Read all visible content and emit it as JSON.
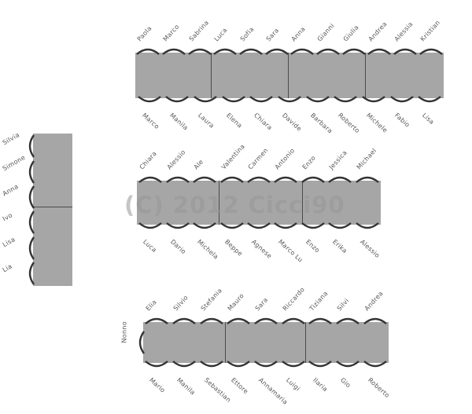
{
  "watermark": "(C) 2012 Cicci90",
  "colors": {
    "table": "#a6a6a6",
    "chair": "#333333",
    "label": "#555555",
    "watermark": "#969696"
  },
  "tables": [
    {
      "id": "table-1",
      "top_guests": [
        "Paola",
        "Marco",
        "Sabrina",
        "Luca",
        "Sofia",
        "Sara",
        "Anna",
        "Gianni",
        "Giulia",
        "Andrea",
        "Alessia",
        "Kristian"
      ],
      "bottom_guests": [
        "Marco",
        "Manila",
        "Laura",
        "Elena",
        "Chiara",
        "Davide",
        "Barbara",
        "Roberto",
        "Michele",
        "Fabio",
        "Lisa"
      ]
    },
    {
      "id": "table-2",
      "top_guests": [
        "Chiara",
        "Alessio",
        "Ale",
        "Valentina",
        "Carmen",
        "Antonio",
        "Enzo",
        "Jessica",
        "Michael"
      ],
      "bottom_guests": [
        "Luca",
        "Dario",
        "Michela",
        "Beppe",
        "Agnese",
        "Marco Lu",
        "Enzo",
        "Erika",
        "Alessio"
      ]
    },
    {
      "id": "table-3",
      "head_guest": "Nonno",
      "top_guests": [
        "Elia",
        "Silvio",
        "Stefania",
        "Mauro",
        "Sara",
        "Riccardo",
        "Tiziana",
        "Silvi",
        "Andrea"
      ],
      "bottom_guests": [
        "Mario",
        "Manila",
        "Sebastian",
        "Ettore",
        "Annamaria",
        "Luigi",
        "Ilaria",
        "Gio",
        "Roberto"
      ]
    },
    {
      "id": "table-4",
      "side_guests": [
        "Silvia",
        "Simone",
        "Anna",
        "Ivo",
        "Lisa",
        "Lia"
      ]
    }
  ]
}
